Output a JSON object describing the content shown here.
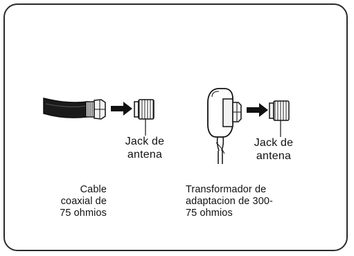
{
  "labels": {
    "jack_left": "Jack de\nantena",
    "jack_right": "Jack de\nantena",
    "cable_caption": "Cable\ncoaxial de\n75 ohmios",
    "transformer_caption": "Transformador de\nadaptacion de 300-\n75 ohmios"
  },
  "icons": {
    "left_cable": "coaxial-cable-icon",
    "left_jack": "antenna-jack-icon",
    "right_transformer": "matching-transformer-icon",
    "right_jack": "antenna-jack-icon",
    "arrows": "arrow-right-icon"
  },
  "colors": {
    "border": "#2a2a2a",
    "ink": "#111111",
    "cable_fill": "#1a1a1a",
    "metal_fill": "#e8e8e8"
  }
}
